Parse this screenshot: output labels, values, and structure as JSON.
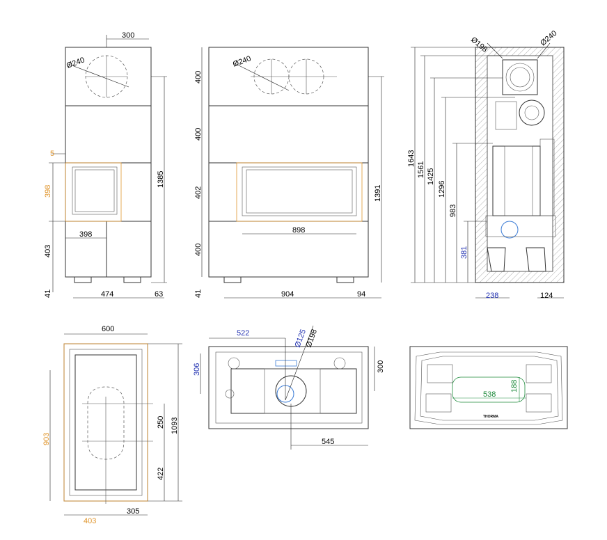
{
  "colors": {
    "line": "#333333",
    "orange": "#e0962e",
    "blue": "#1f2fb0",
    "green": "#1c8a3a",
    "black": "#111111"
  },
  "dimensions": {
    "left_view": {
      "d300": "300",
      "phi240": "Ø240",
      "d5": "5",
      "d398_vertical": "398",
      "d1385": "1385",
      "d398_horizontal": "398",
      "d403": "403",
      "d41": "41",
      "d474": "474",
      "d63": "63"
    },
    "front_view": {
      "phi240": "Ø240",
      "d400_a": "400",
      "d400_b": "400",
      "d402": "402",
      "d400_c": "400",
      "d1391": "1391",
      "d898": "898",
      "d41": "41",
      "d904": "904",
      "d94": "94"
    },
    "section_view": {
      "phi198": "Ø198",
      "phi240": "Ø240",
      "d1643": "1643",
      "d1561": "1561",
      "d1425": "1425",
      "d1296": "1296",
      "d983": "983",
      "d381": "381",
      "d238": "238",
      "d124": "124"
    },
    "plan_view": {
      "d600": "600",
      "d903": "903",
      "d250": "250",
      "d1093": "1093",
      "d422": "422",
      "d403": "403",
      "d305": "305"
    },
    "top_view": {
      "d522": "522",
      "phi125": "Ø125",
      "phi198": "Ø198",
      "d306": "306",
      "d300": "300",
      "d545": "545"
    },
    "base_view": {
      "d538": "538",
      "d188": "188",
      "brand": "THORMA"
    }
  }
}
